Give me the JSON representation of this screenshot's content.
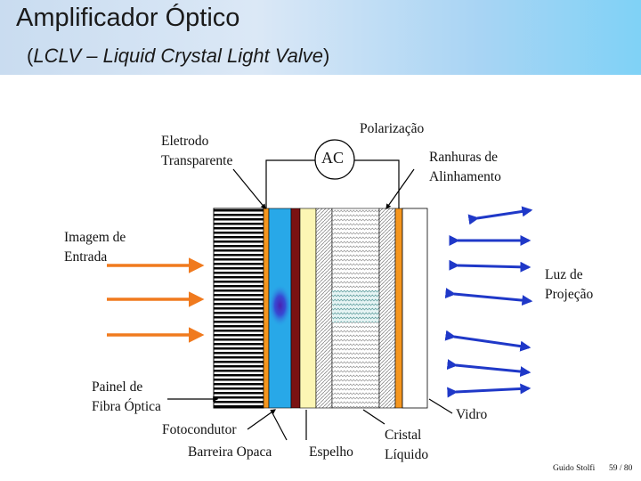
{
  "title": "Amplificador Óptico",
  "subtitle": {
    "open": "(",
    "text": "LCLV – Liquid Crystal Light Valve",
    "close": ")"
  },
  "labels": {
    "polarizacao": "Polarização",
    "ac": "AC",
    "eletrodo": "Eletrodo\nTransparente",
    "ranhuras": "Ranhuras de\nAlinhamento",
    "imagem_entrada": "Imagem de\nEntrada",
    "luz_projecao": "Luz de\nProjeção",
    "painel": "Painel de\nFibra Óptica",
    "fotocondutor": "Fotocondutor",
    "barreira": "Barreira Opaca",
    "espelho": "Espelho",
    "cristal": "Cristal\nLíquido",
    "vidro": "Vidro"
  },
  "footer": {
    "author": "Guido Stolfi",
    "page": "59 / 80"
  },
  "colors": {
    "input_arrow": "#f07a1e",
    "output_arrow": "#1f38c8",
    "electrode": "#f5961e",
    "photoconductor": "#28a8e8",
    "barrier": "#7a1212",
    "mirror": "#fcf6b4",
    "header_gradient_end": "#7fd2f6"
  }
}
